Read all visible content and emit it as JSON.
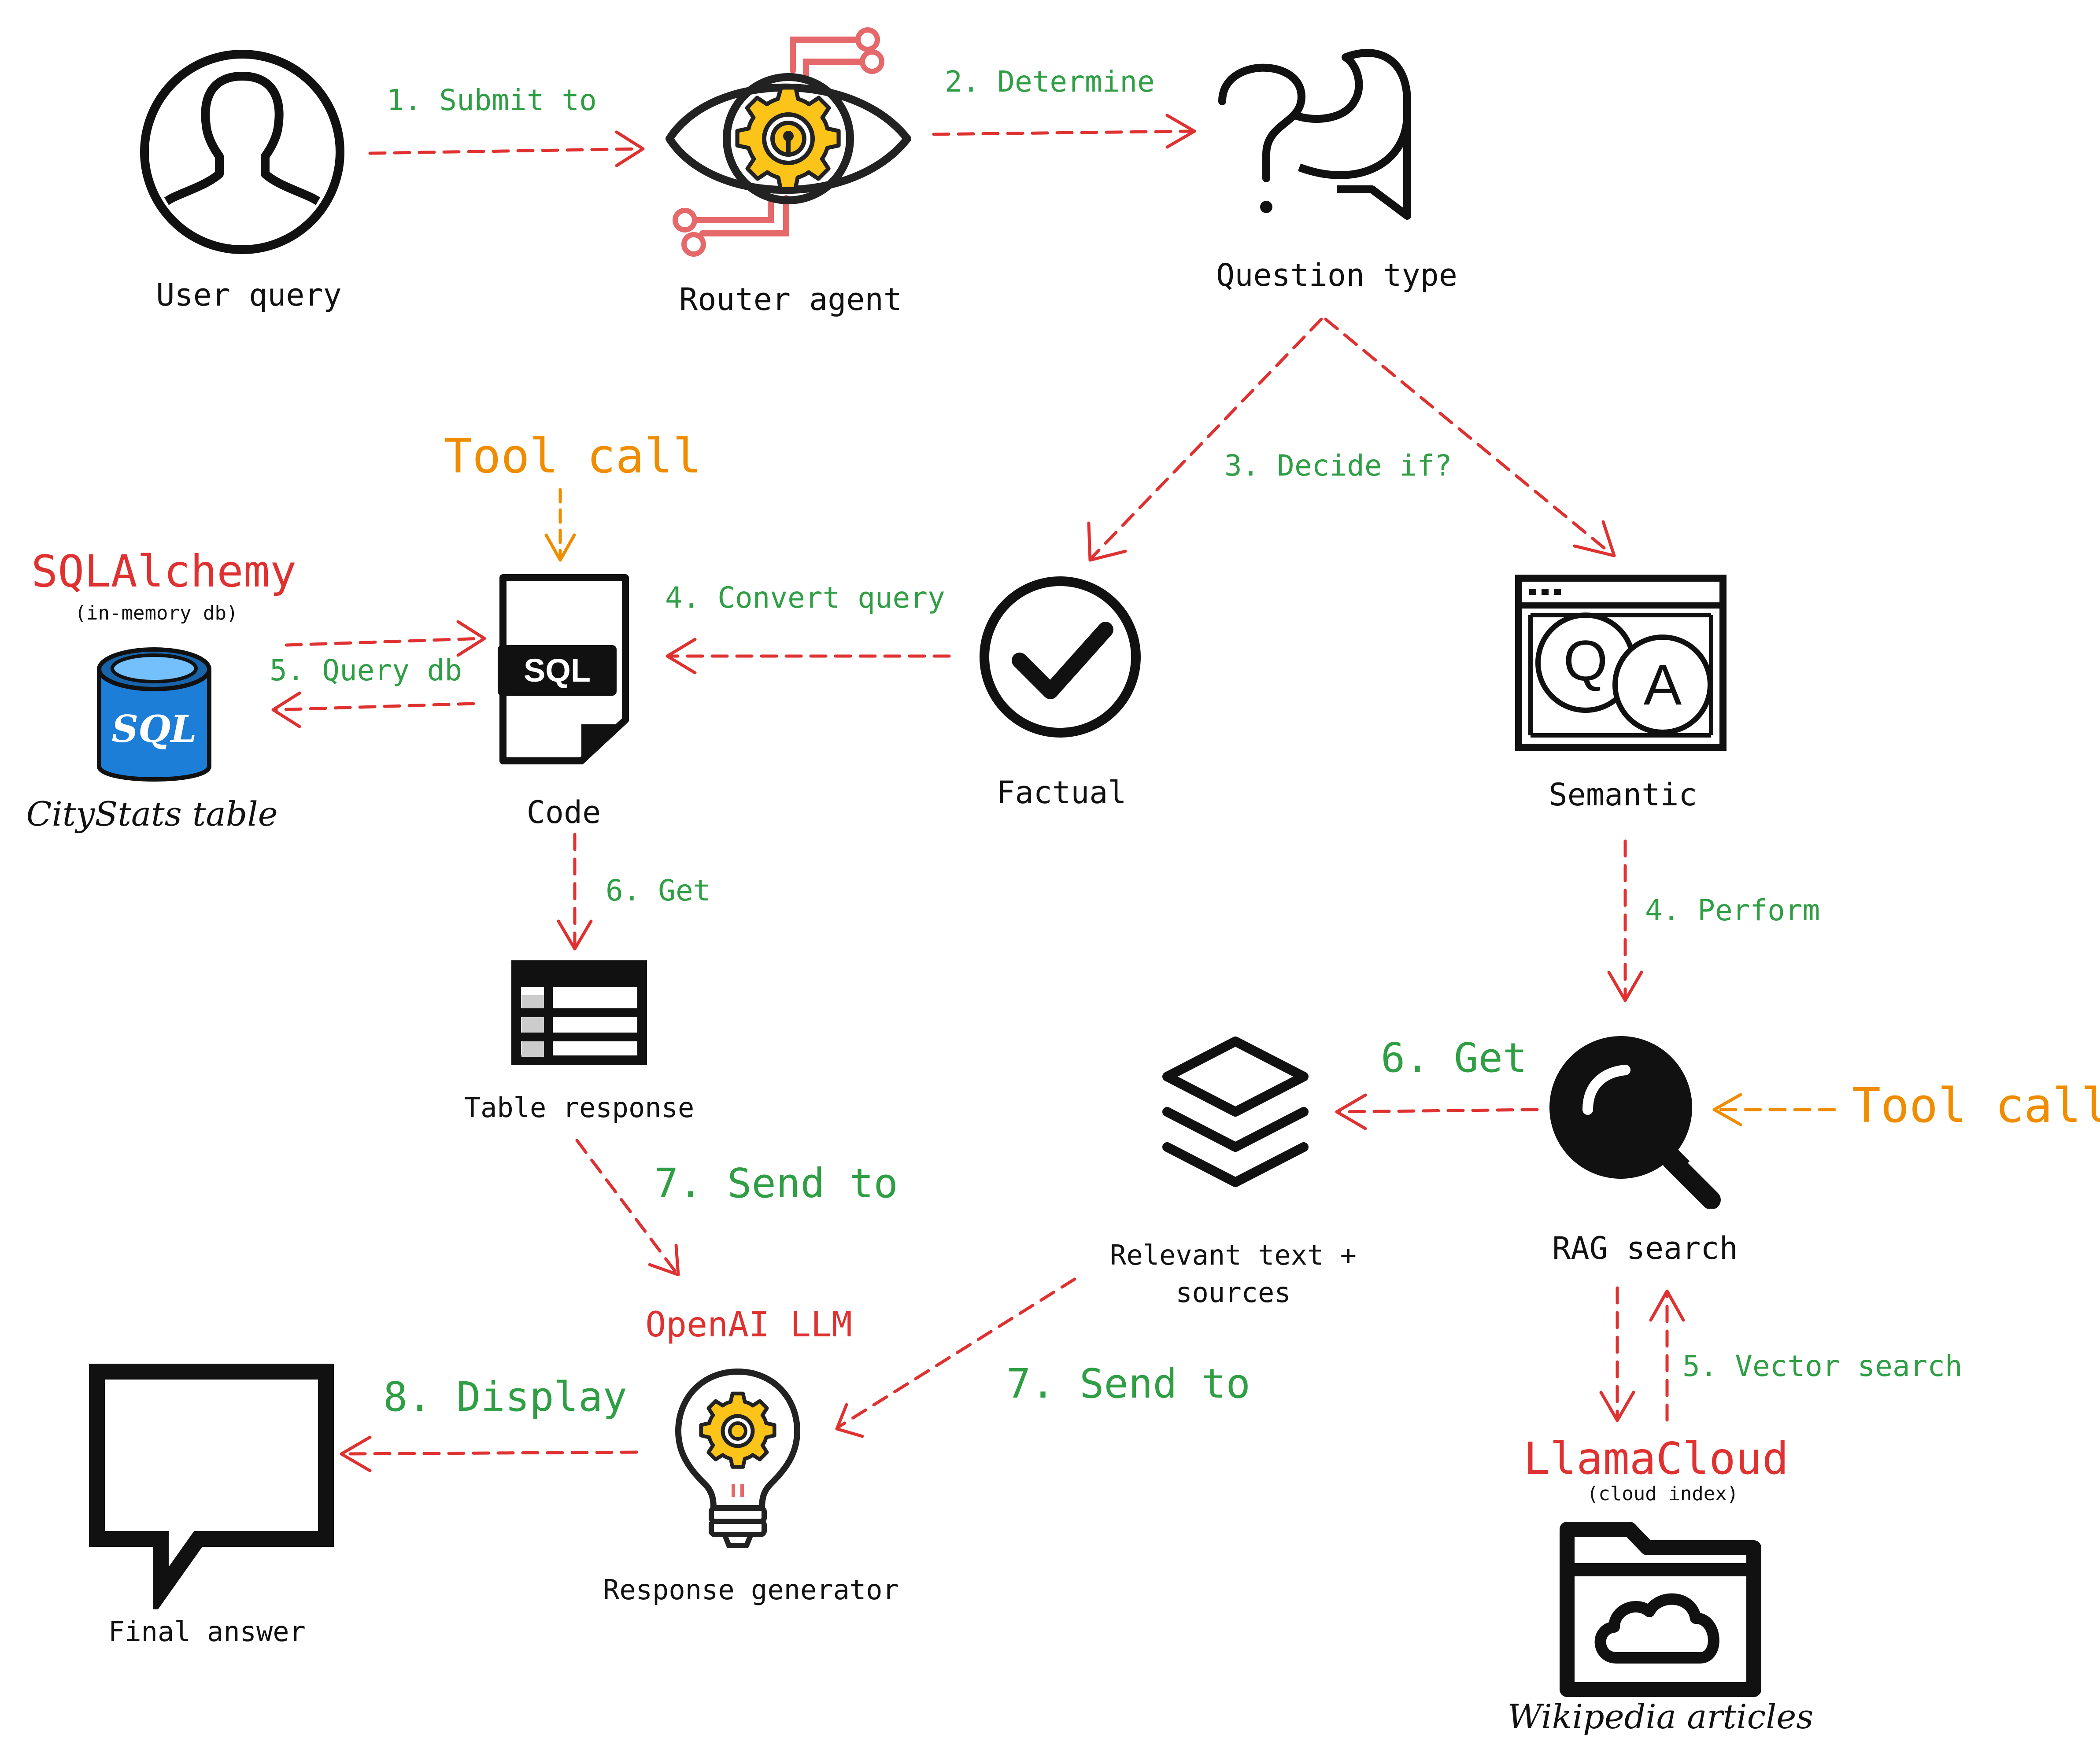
{
  "nodes": {
    "user_query": "User query",
    "router_agent": "Router agent",
    "question_type": "Question type",
    "factual": "Factual",
    "semantic": "Semantic",
    "code": "Code",
    "citystats_table": "CityStats table",
    "table_response": "Table response",
    "relevant_text_line1": "Relevant text +",
    "relevant_text_line2": "sources",
    "rag_search": "RAG search",
    "response_generator": "Response generator",
    "final_answer": "Final answer",
    "wikipedia_articles": "Wikipedia articles"
  },
  "steps": {
    "submit_to": "1. Submit to",
    "determine": "2. Determine",
    "decide_if": "3. Decide if?",
    "convert_query": "4. Convert query",
    "perform": "4. Perform",
    "query_db": "5. Query db",
    "vector_search": "5. Vector search",
    "get_table": "6. Get",
    "get_text": "6. Get",
    "send_to_left": "7. Send to",
    "send_to_right": "7. Send to",
    "display": "8. Display"
  },
  "tech": {
    "sqlalchemy": "SQLAlchemy",
    "sqlalchemy_note": "(in-memory db)",
    "openai_llm": "OpenAI LLM",
    "llamacloud": "LlamaCloud",
    "llamacloud_note": "(cloud index)",
    "tool_call_top": "Tool call",
    "tool_call_right": "Tool call"
  },
  "icon_text": {
    "sql_badge": "SQL",
    "sql_db": "SQL",
    "qa_q": "Q",
    "qa_a": "A"
  },
  "colors": {
    "arrow": "#e03131",
    "tool_arrow": "#f08c00",
    "step_text": "#2f9e44",
    "tech_text": "#e03131",
    "tool_text": "#f08c00",
    "gear": "#fcc419",
    "circuit": "#e5686a",
    "db_blue": "#1c7ed6"
  }
}
